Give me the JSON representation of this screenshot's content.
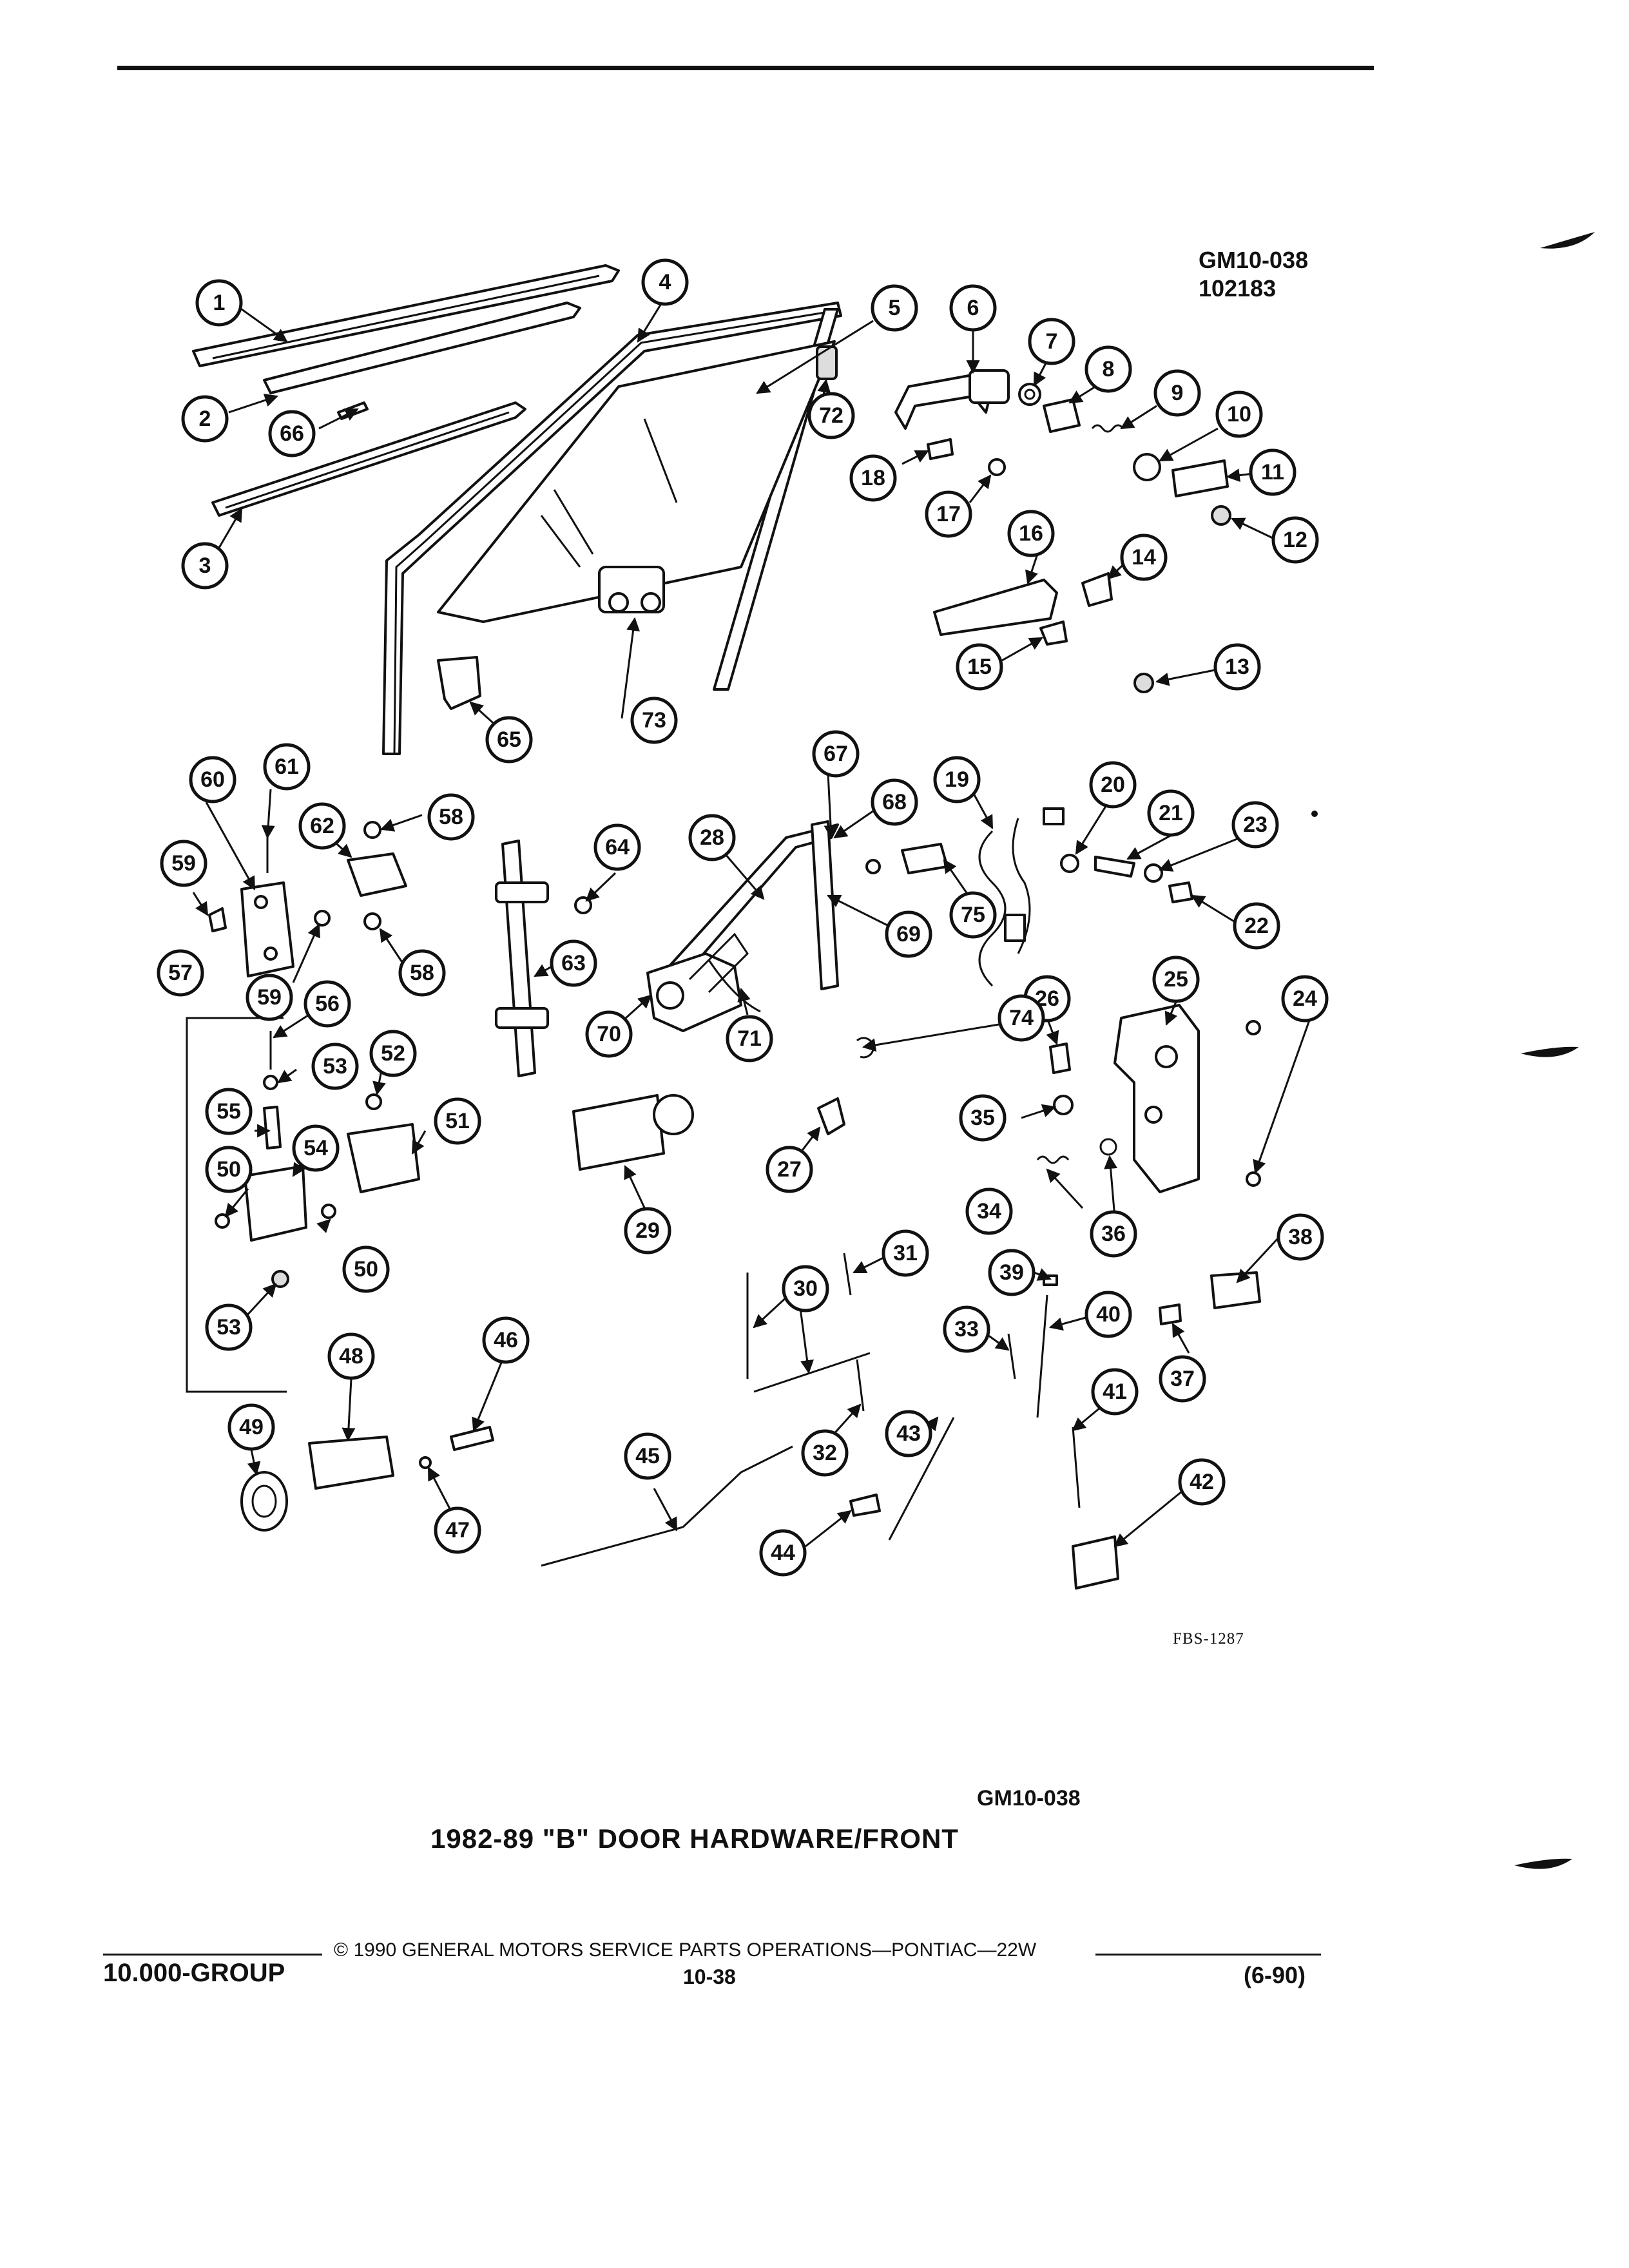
{
  "figure_id": [
    "GM10-038",
    "102183"
  ],
  "source_code": "FBS-1287",
  "caption_id": "GM10-038",
  "caption": "1982-89 \"B\" DOOR HARDWARE/FRONT",
  "footer": {
    "group": "10.000-GROUP",
    "copyright": "© 1990 GENERAL MOTORS SERVICE PARTS OPERATIONS—PONTIAC—22W",
    "page": "10-38",
    "date": "(6-90)"
  },
  "callouts": [
    "1",
    "2",
    "3",
    "4",
    "5",
    "6",
    "7",
    "8",
    "9",
    "10",
    "11",
    "12",
    "13",
    "14",
    "15",
    "16",
    "17",
    "18",
    "19",
    "20",
    "21",
    "22",
    "23",
    "24",
    "25",
    "26",
    "27",
    "28",
    "29",
    "30",
    "31",
    "32",
    "33",
    "34",
    "35",
    "36",
    "37",
    "38",
    "39",
    "40",
    "41",
    "42",
    "43",
    "44",
    "45",
    "46",
    "47",
    "48",
    "49",
    "50",
    "50",
    "51",
    "52",
    "53",
    "53",
    "54",
    "55",
    "56",
    "57",
    "58",
    "58",
    "59",
    "59",
    "60",
    "61",
    "62",
    "63",
    "64",
    "65",
    "66",
    "67",
    "68",
    "69",
    "70",
    "71",
    "72",
    "73",
    "74",
    "75"
  ]
}
